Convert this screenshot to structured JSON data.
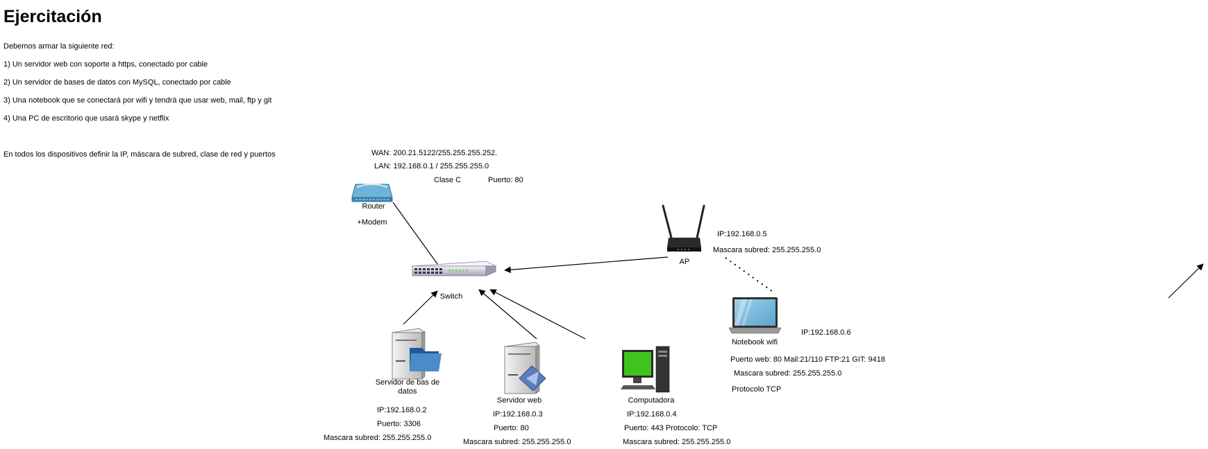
{
  "title": "Ejercitación",
  "intro": "Debemos armar la siguiente red:",
  "requirements": [
    "1) Un servidor web con soporte a https, conectado por cable",
    "2) Un servidor de bases de datos con MySQL, conectado por cable",
    "3) Una notebook que se conectará por wifi y tendrá que usar web, mail, ftp y git",
    "4) Una PC de escritorio que usará skype y netflix"
  ],
  "instruction": "En todos los dispositivos definir la IP, máscara de subred, clase de red y puertos",
  "router": {
    "wan": "WAN: 200.21.5122/255.255.255.252.",
    "lan": "LAN: 192.168.0.1 / 255.255.255.0",
    "class": "Clase C",
    "port": "Puerto: 80",
    "label": "Router",
    "sublabel": "+Modem"
  },
  "switch": {
    "label": "Switch"
  },
  "ap": {
    "label": "AP",
    "ip": "IP:192.168.0.5",
    "mask": "Mascara subred: 255.255.255.0"
  },
  "notebook": {
    "label": "Notebook wifi",
    "ip": "IP:192.168.0.6",
    "ports": "Puerto web: 80  Mail:21/110 FTP:21 GIT: 9418",
    "mask": "Mascara subred: 255.255.255.0",
    "protocol": "Protocolo TCP"
  },
  "db_server": {
    "label_line1": "Servidor de bas de",
    "label_line2": "datos",
    "ip": "IP:192.168.0.2",
    "port": "Puerto: 3306",
    "mask": "Mascara subred: 255.255.255.0"
  },
  "web_server": {
    "label": "Servidor web",
    "ip": "IP:192.168.0.3",
    "port": "Puerto: 80",
    "mask": "Mascara subred: 255.255.255.0"
  },
  "computer": {
    "label": "Computadora",
    "ip": "IP:192.168.0.4",
    "port": "Puerto: 443 Protocolo: TCP",
    "mask": "Mascara subred: 255.255.255.0"
  }
}
